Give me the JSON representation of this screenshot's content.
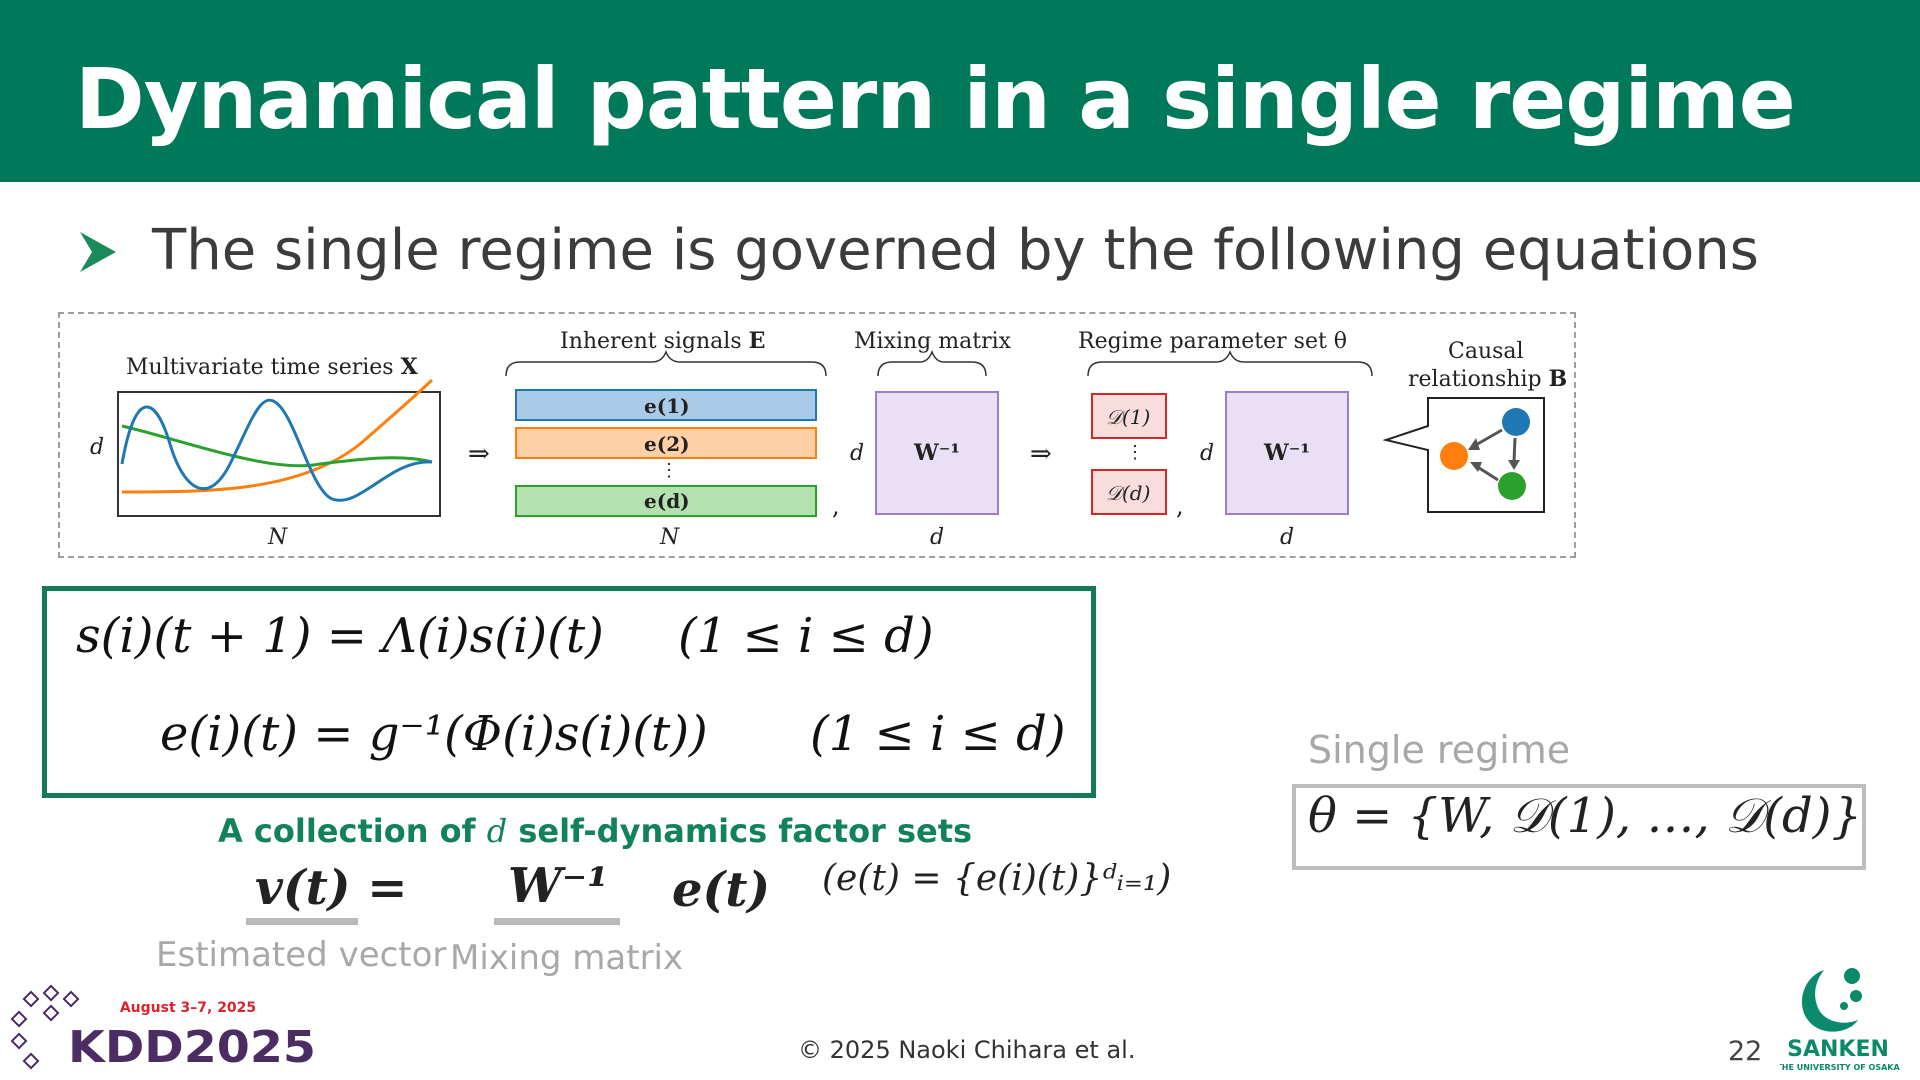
{
  "slide": {
    "title": "Dynamical pattern in a single regime",
    "bullet": "The single regime is governed by the following equations"
  },
  "figure": {
    "ts_title": "Multivariate time series ",
    "ts_title_bold": "X",
    "dim_d": "d",
    "dim_N": "N",
    "arrow": "⇒",
    "signals_title": "Inherent signals ",
    "signals_title_bold": "E",
    "signal_1": "e(1)",
    "signal_2": "e(2)",
    "signal_d": "e(d)",
    "vdots": "⋮",
    "comma": ",",
    "mixing_title": "Mixing matrix",
    "w_inverse": "W⁻¹",
    "regime_title": "Regime parameter set θ",
    "d_1": "𝒟(1)",
    "d_d": "𝒟(d)",
    "causal_line1": "Causal",
    "causal_line2": "relationship ",
    "causal_bold": "B"
  },
  "equations": {
    "line1_main": "s(i)(t + 1) = Λ(i)s(i)(t)",
    "line1_cond": "(1 ≤ i ≤ d)",
    "line2_main": "e(i)(t) = g⁻¹(Φ(i)s(i)(t))",
    "line2_cond": "(1 ≤ i ≤ d)"
  },
  "factor": {
    "label_pre": "A collection of ",
    "label_var": "d",
    "label_post": " self-dynamics factor sets",
    "v_eq": "v(t) =",
    "w_inv": "W⁻¹",
    "e_t": "e(t)",
    "e_def": "(e(t) = {e(i)(t)}ᵈᵢ₌₁)",
    "estimated_label": "Estimated vector",
    "mixing_label": "Mixing matrix"
  },
  "regime": {
    "label": "Single regime",
    "theta_eq": "θ = {W, 𝒟(1), …, 𝒟(d)}"
  },
  "footer": {
    "copyright": "© 2025 Naoki Chihara et al.",
    "page_number": "22",
    "kdd_date": "August 3–7, 2025",
    "kdd_name": "KDD2025",
    "sanken_name": "SANKEN",
    "sanken_sub": "THE UNIVERSITY OF OSAKA"
  },
  "colors": {
    "header_green": "#00795a",
    "box_green": "#147a55",
    "blue_signal": "#1f77b4",
    "orange_signal": "#ff7f0e",
    "green_signal": "#2ca02c",
    "matrix_fill": "#e9e0f5",
    "kdd_purple": "#4b2c63",
    "kdd_red": "#d9232d"
  }
}
